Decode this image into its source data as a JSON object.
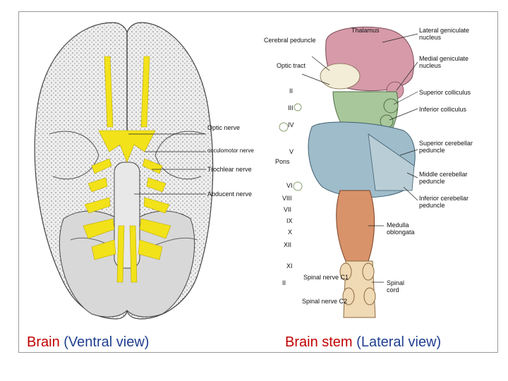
{
  "left_labels": {
    "optic": "Optic nerve",
    "oculomotor": "occulomotor nerve",
    "trochlear": "Trochlear nerve",
    "abducent": "Abducent nerve"
  },
  "right_labels": {
    "cerebral_peduncle": "Cerebral peduncle",
    "optic_tract": "Optic tract",
    "thalamus": "Thalamus",
    "lat_geniculate": "Lateral geniculate nucleus",
    "med_geniculate": "Medial geniculate nucleus",
    "sup_colliculus": "Superior colliculus",
    "inf_colliculus": "Inferior colliculus",
    "sup_cerebellar": "Superior cerebellar peduncle",
    "mid_cerebellar": "Middle cerebellar peduncle",
    "inf_cerebellar": "Inferior cerebellar peduncle",
    "medulla": "Medulla oblongata",
    "spinal_cord": "Spinal cord",
    "pons": "Pons",
    "nerve_c1": "Spinal nerve C1",
    "nerve_c2": "Spinal nerve C2",
    "n_ii": "II",
    "n_iii": "III",
    "n_iv": "IV",
    "n_v": "V",
    "n_vi": "VI",
    "n_viii": "VIII",
    "n_vii": "VII",
    "n_ix": "IX",
    "n_x": "X",
    "n_xii": "XII",
    "n_xi": "XI",
    "n_ii_bottom": "II"
  },
  "captions": {
    "left_a": "Brain",
    "left_b": "(Ventral view)",
    "right_a": "Brain stem",
    "right_b": "(Lateral view)"
  },
  "colors": {
    "nerve_yellow": "#f2e21a",
    "thalamus_pink": "#d69aa9",
    "brainstem_green": "#a8c79a",
    "cerebellar_blue": "#9fbccb",
    "medulla_orange": "#d8936a",
    "caption_red": "#c00000",
    "caption_blue": "#1f3f8f"
  }
}
